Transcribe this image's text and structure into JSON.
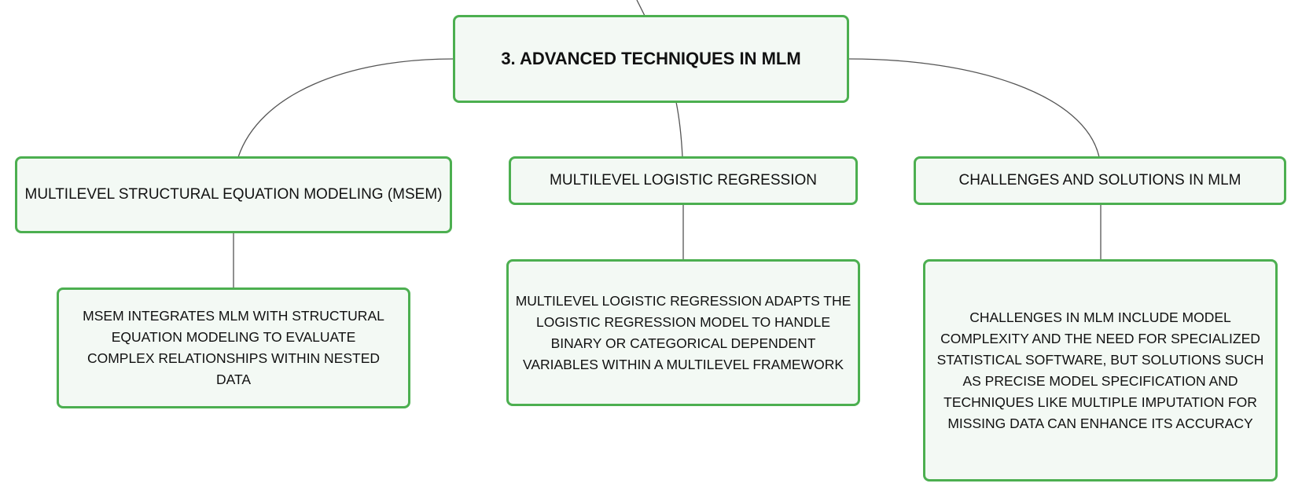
{
  "colors": {
    "node_border": "#4caf50",
    "node_fill": "#f3f9f4",
    "connector": "#555555"
  },
  "root": {
    "label": "3. ADVANCED TECHNIQUES IN MLM"
  },
  "branches": [
    {
      "title": "MULTILEVEL STRUCTURAL EQUATION MODELING (MSEM)",
      "detail": "MSEM INTEGRATES MLM WITH STRUCTURAL EQUATION MODELING TO EVALUATE COMPLEX RELATIONSHIPS WITHIN NESTED DATA"
    },
    {
      "title": "MULTILEVEL LOGISTIC REGRESSION",
      "detail": "MULTILEVEL LOGISTIC REGRESSION ADAPTS THE LOGISTIC REGRESSION MODEL TO HANDLE BINARY OR CATEGORICAL DEPENDENT VARIABLES WITHIN A MULTILEVEL FRAMEWORK"
    },
    {
      "title": "CHALLENGES AND SOLUTIONS IN MLM",
      "detail": "CHALLENGES IN MLM INCLUDE MODEL COMPLEXITY AND THE NEED FOR SPECIALIZED STATISTICAL SOFTWARE, BUT SOLUTIONS SUCH AS PRECISE MODEL SPECIFICATION AND TECHNIQUES LIKE MULTIPLE IMPUTATION FOR MISSING DATA CAN ENHANCE ITS ACCURACY"
    }
  ]
}
